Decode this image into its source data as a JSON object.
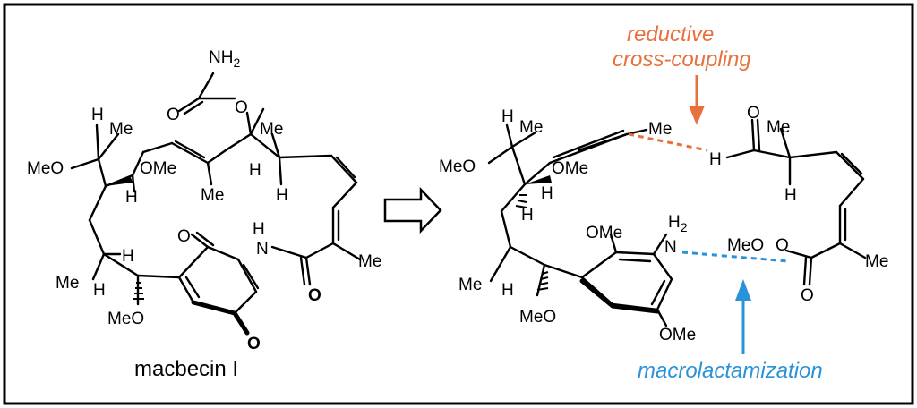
{
  "left_molecule": {
    "name": "macbecin I",
    "labels": {
      "nh2": "NH",
      "nh2_sub": "2",
      "o_carb": "O",
      "o_ester": "O",
      "h1": "H",
      "me1": "Me",
      "me2": "Me",
      "meo1": "MeO",
      "ome1": "OMe",
      "h2": "H",
      "me3": "Me",
      "h3": "H",
      "h4": "H",
      "o_q1": "O",
      "nh": "H",
      "n": "N",
      "me4": "Me",
      "h5": "H",
      "me5": "Me",
      "h6": "H",
      "meo2": "MeO",
      "o_amide": "O",
      "o_q2": "O"
    }
  },
  "right_molecule": {
    "labels": {
      "h1": "H",
      "me1": "Me",
      "me_alkyne": "Me",
      "o_ald": "O",
      "me2": "Me",
      "meo1": "MeO",
      "ome1": "OMe",
      "h2": "H",
      "h_ald": "H",
      "h3": "H",
      "h4": "H",
      "h2n": "H",
      "h2n_sub": "2",
      "n": "N",
      "ome2": "OMe",
      "meo_ester": "MeO",
      "o_ester": "O",
      "me3": "Me",
      "me4": "Me",
      "h5": "H",
      "meo2": "MeO",
      "o_carbonyl": "O",
      "ome3": "OMe"
    }
  },
  "annotations": {
    "reductive_line1": "reductive",
    "reductive_line2": "cross-coupling",
    "macrolactamization": "macrolactamization"
  },
  "colors": {
    "orange": "#e8703c",
    "blue": "#2a92d8",
    "frame": "#000000"
  }
}
